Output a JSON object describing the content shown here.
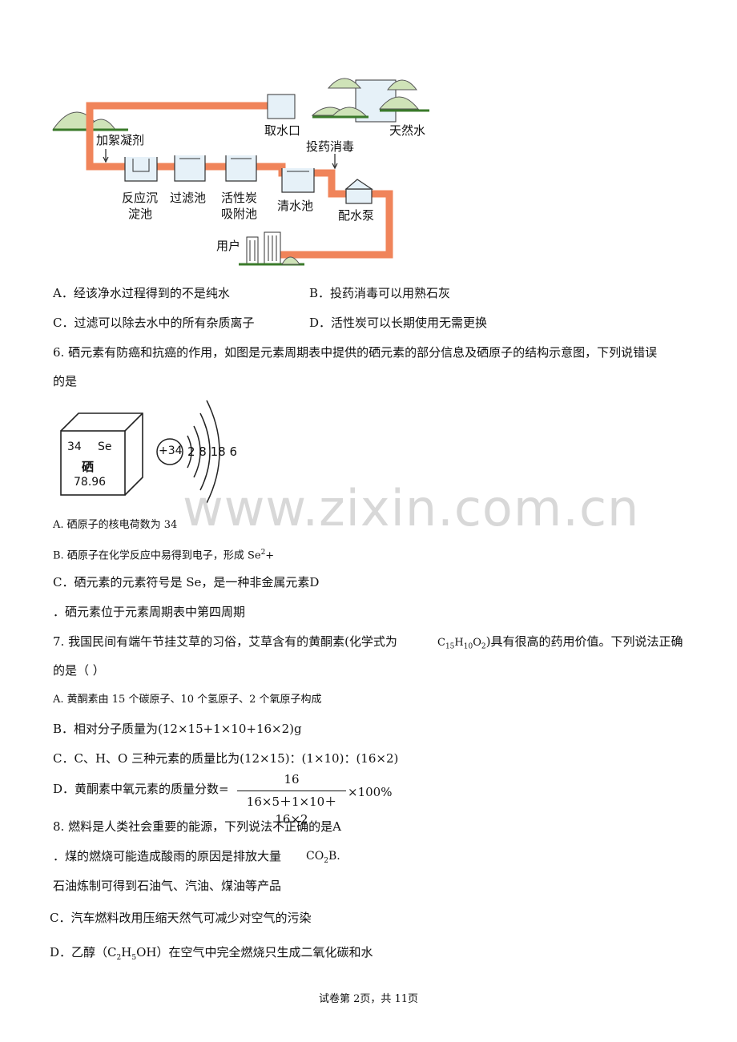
{
  "diagram": {
    "labels": {
      "intake": "取水口",
      "natural_water": "天然水",
      "flocculant": "加絮凝剂",
      "disinfect": "投药消毒",
      "settling_1": "反应沉",
      "settling_2": "淀池",
      "filter": "过滤池",
      "carbon_1": "活性炭",
      "carbon_2": "吸附池",
      "clear": "清水池",
      "pump": "配水泵",
      "user": "用户"
    }
  },
  "q5": {
    "option_a": "A．经该净水过程得到的不是纯水",
    "option_b": "B．投药消毒可以用熟石灰",
    "option_c": "C．过滤可以除去水中的所有杂质离子",
    "option_d": "D．活性炭可以长期使用无需更换"
  },
  "q6": {
    "stem_line1": "6.  硒元素有防癌和抗癌的作用，如图是元素周期表中提供的硒元素的部分信息及硒原子的结构示意图，下列说错误",
    "stem_line2": "的是",
    "element_box": {
      "number": "34",
      "symbol": "Se",
      "name": "硒",
      "mass": "78.96"
    },
    "atom": {
      "nucleus": "+34",
      "shells": "2 8 18 6"
    },
    "option_a": "A.  硒原子的核电荷数为 34",
    "option_b_text": "B.  硒原子在化学反应中易得到电子，形成  Se",
    "option_b_sup": "2",
    "option_b_tail": "+",
    "option_c": "C．硒元素的元素符号是  Se，是一种非金属元素D",
    "option_d": "．硒元素位于元素周期表中第四周期"
  },
  "q7": {
    "stem_line1": "7.  我国民间有端午节挂艾草的习俗，艾草含有的黄酮素(化学式为",
    "formula": "C15H10O2",
    "stem_tail": ")具有很高的药用价值。下列说法正确",
    "stem_line2": "的是（      ）",
    "option_a": "A.  黄酮素由 15 个碳原子、10 个氢原子、2 个氧原子构成",
    "option_b": "B．相对分子质量为(12×15+1×10+16×2)g",
    "option_c": "C．C、H、O 三种元素的质量比为(12×15)：(1×10)：(16×2)",
    "option_d": "D．黄酮素中氧元素的质量分数=",
    "frac_num": "16",
    "frac_den": "16×5＋1×10＋16×2",
    "frac_tail": "×100%"
  },
  "q8": {
    "stem": "8.  燃料是人类社会重要的能源，下列说法不正确的是A",
    "option_a": "．煤的燃烧可能造成酸雨的原因是排放大量",
    "option_a_formula": "CO",
    "option_a_sub": "2",
    "option_a_tail": "B.",
    "option_b": "石油炼制可得到石油气、汽油、煤油等产品",
    "option_c": "C．汽车燃料改用压缩天然气可减少对空气的污染",
    "option_d_pre": "D．乙醇（C",
    "option_d_s1": "2",
    "option_d_mid": "H",
    "option_d_s2": "5",
    "option_d_post": "OH）在空气中完全燃烧只生成二氧化碳和水"
  },
  "footer": "试卷第 2页，共 11页",
  "watermark": "www.zixin.com.cn"
}
